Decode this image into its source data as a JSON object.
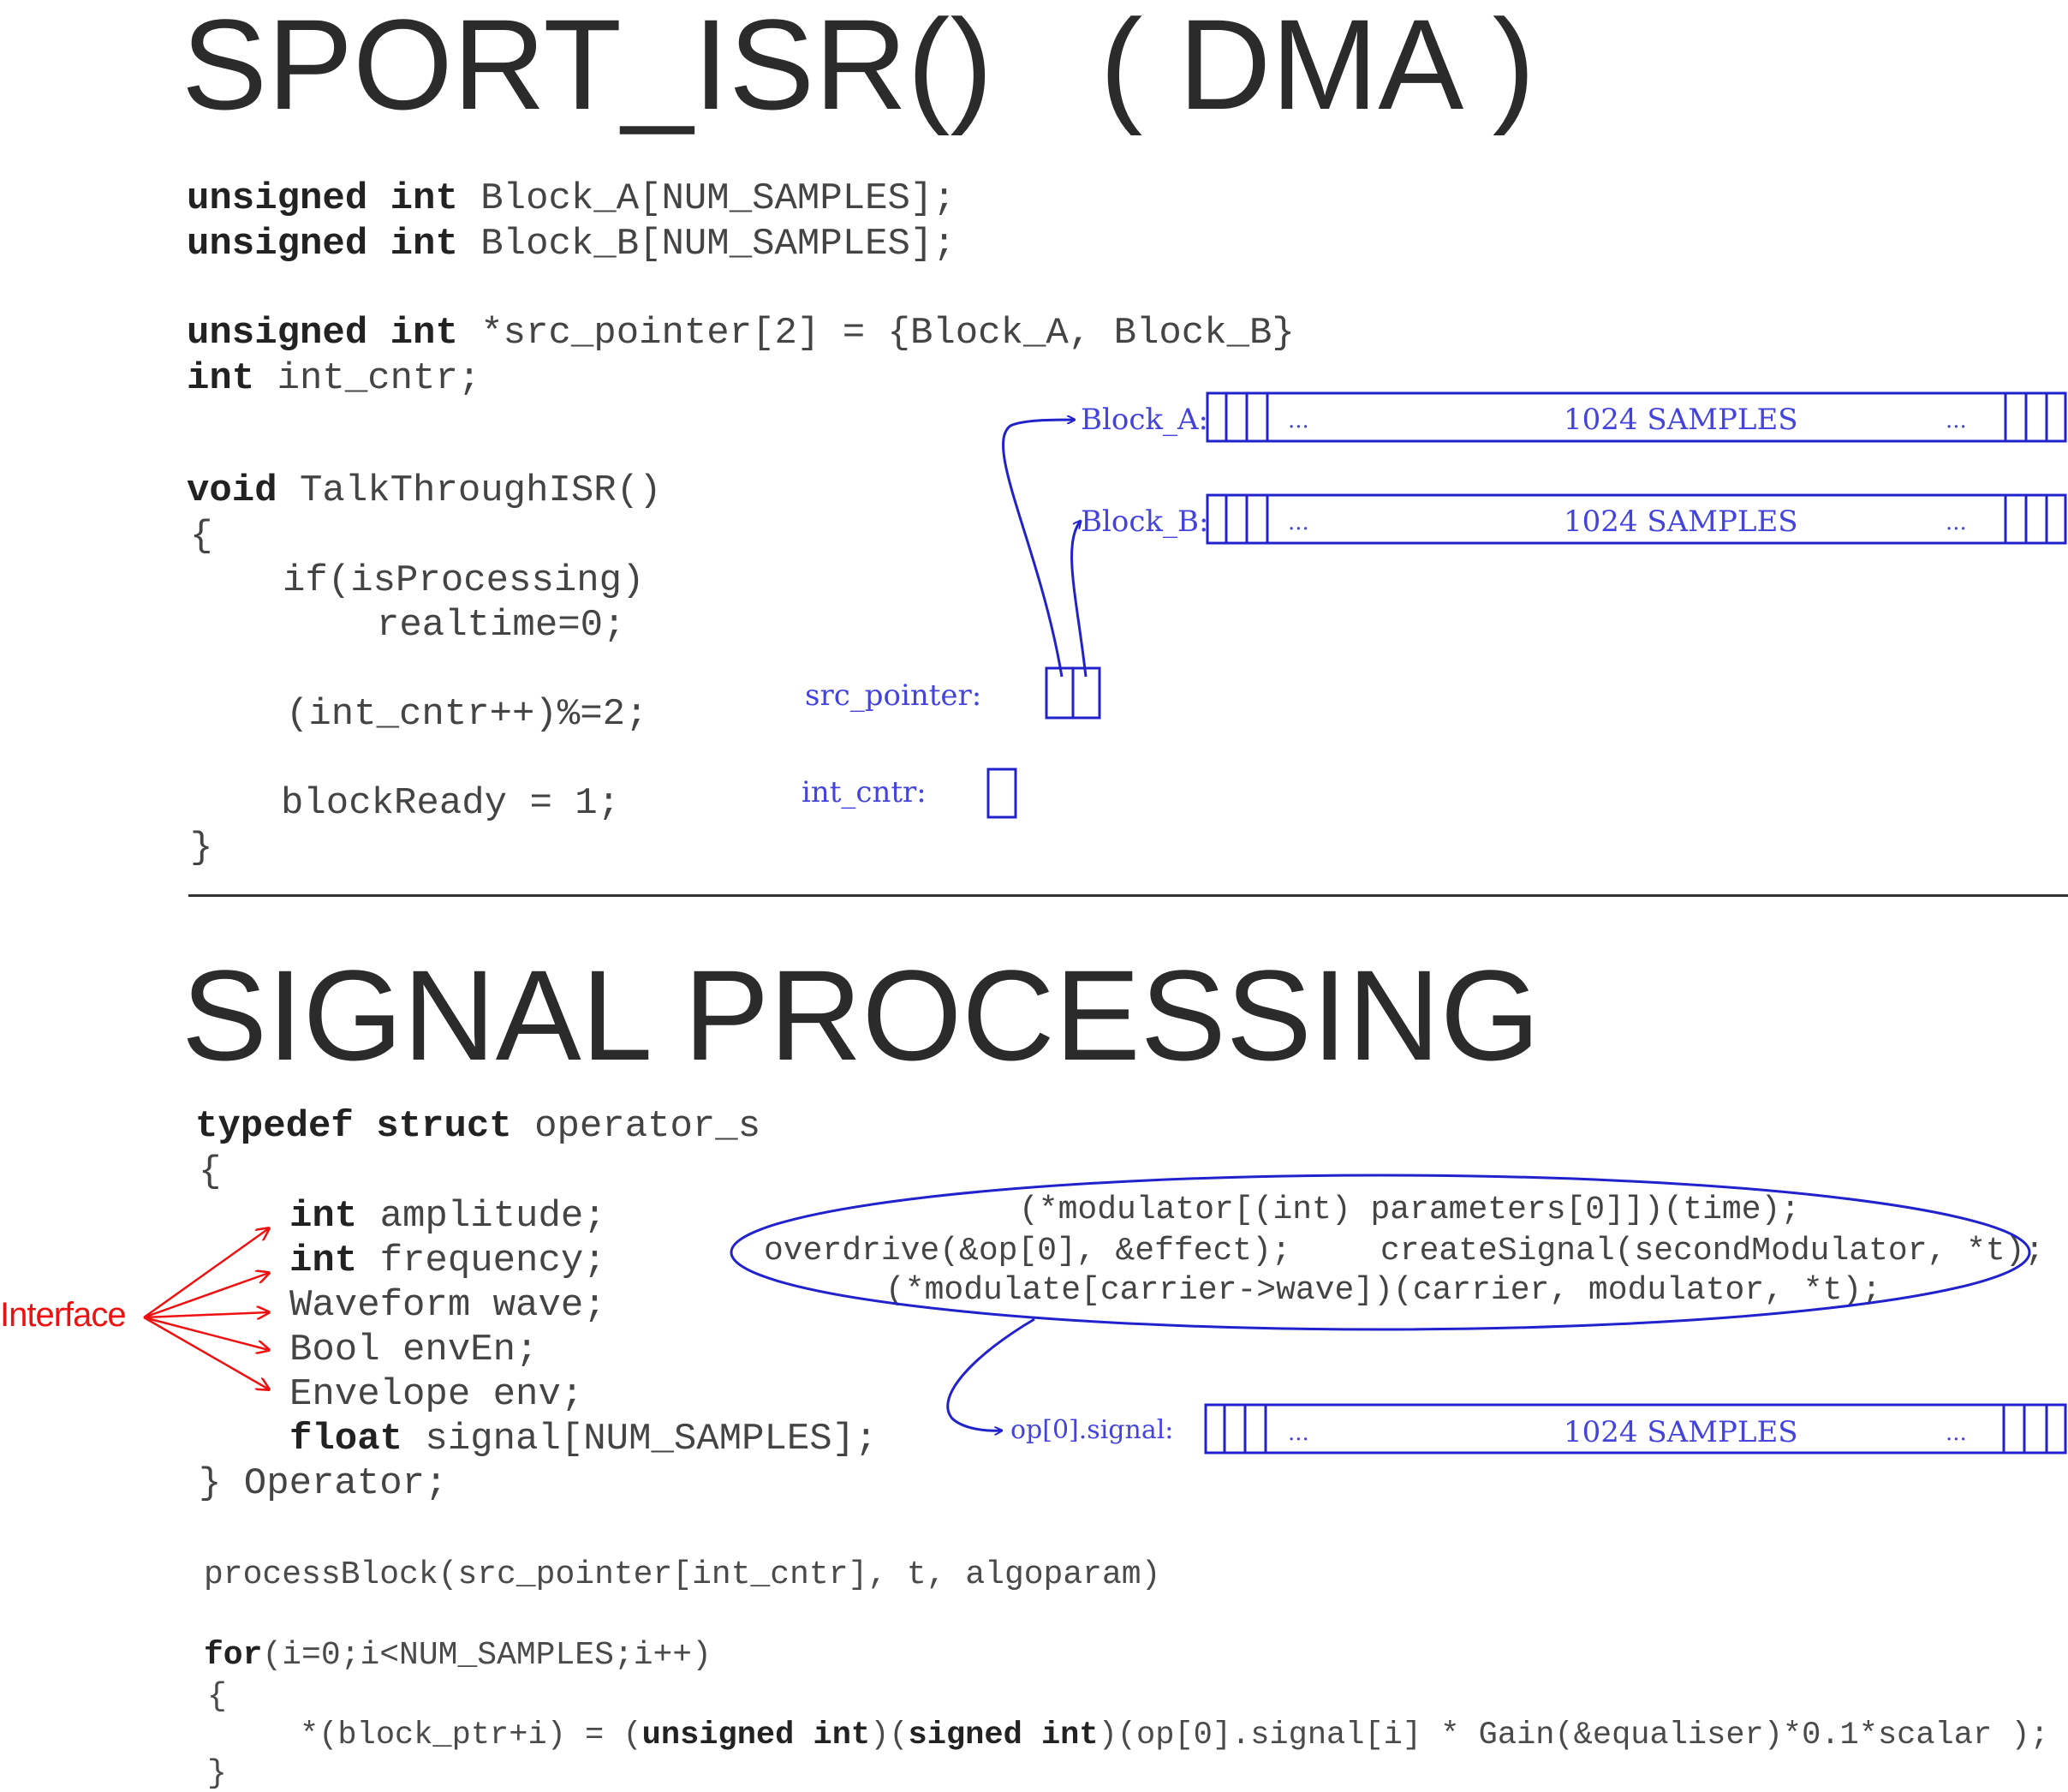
{
  "section1": {
    "title": "SPORT_ISR()   ( DMA )",
    "decl": [
      {
        "kw": "unsigned int",
        "rest": " Block_A[NUM_SAMPLES];"
      },
      {
        "kw": "unsigned int",
        "rest": " Block_B[NUM_SAMPLES];"
      },
      {
        "kw": "unsigned int",
        "rest": " *src_pointer[2] = {Block_A, Block_B}"
      },
      {
        "kw": "int",
        "rest": " int_cntr;"
      }
    ],
    "func_kw": "void",
    "func_name": " TalkThroughISR()",
    "brace_open": "{",
    "body": [
      "if(isProcessing)",
      "realtime=0;",
      "(int_cntr++)%=2;",
      "blockReady = 1;"
    ],
    "brace_close": "}"
  },
  "diagram1": {
    "block_a_label": "Block_A:",
    "block_b_label": "Block_B:",
    "samples_text": "1024 SAMPLES",
    "ellipsis": "...",
    "src_pointer_label": "src_pointer:",
    "int_cntr_label": "int_cntr:",
    "color": "#2222cc"
  },
  "section2": {
    "title": "SIGNAL PROCESSING",
    "struct_kw": "typedef struct",
    "struct_name": " operator_s",
    "brace_open": "{",
    "fields": [
      {
        "kw": "int",
        "rest": " amplitude;"
      },
      {
        "kw": "int",
        "rest": " frequency;"
      },
      {
        "kw": "",
        "rest": "Waveform wave;"
      },
      {
        "kw": "",
        "rest": "Bool envEn;"
      },
      {
        "kw": "",
        "rest": "Envelope env;"
      },
      {
        "kw": "float",
        "rest": " signal[NUM_SAMPLES];"
      }
    ],
    "struct_close": "} Operator;",
    "interface_label": "Interface",
    "interface_color": "#ee1111",
    "ellipse_lines": [
      "(*modulator[(int) parameters[0]])(time);",
      "overdrive(&op[0], &effect);",
      "createSignal(secondModulator, *t);",
      "(*modulate[carrier->wave])(carrier, modulator, *t);"
    ],
    "op_signal_label": "op[0].signal:",
    "process_call": "processBlock(src_pointer[int_cntr], t, algoparam)",
    "for_kw": "for",
    "for_rest": "(i=0;i<NUM_SAMPLES;i++)",
    "for_open": "{",
    "assign": {
      "p1": "*(block_ptr+i) = (",
      "kw1": "unsigned int",
      "p2": ")(",
      "kw2": "signed int",
      "p3": ")(op[0].signal[i] * Gain(&equaliser)*0.1*scalar );"
    },
    "for_close": "}"
  }
}
